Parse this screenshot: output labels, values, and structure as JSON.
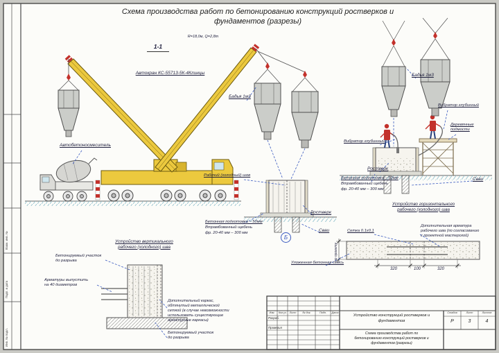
{
  "sheet": {
    "title": "Схема производства работ по бетонированию конструкций ростверков и\nфундаментов (разрезы)",
    "crane_params": "R=18,0м, Q=2,8т",
    "section_mark": "1-1"
  },
  "margin": {
    "strip_1": "Взам. инв. №",
    "strip_2": "Подп. и дата",
    "strip_3": "Инв. № подл."
  },
  "scene": {
    "crane": "Автокран КС-55713-5К-4Клинцы",
    "mixer": "Автобетоносмеситель",
    "bucket_mid": "Бадья 1м3",
    "bucket_right": "Бадья 1м3",
    "cold_joint": "Рабочий (холодный) шов",
    "rostverk_mid": "Ростверк",
    "piles_mid": "Сваи",
    "prep_mid_1": "Бетонная подготовка – 50мм",
    "prep_mid_2": "Втрамбованный щебень",
    "prep_mid_3": "фр. 20-40 мм – 300 мм",
    "detail_mark": "Б",
    "vibrator_1": "Вибратор глубинный",
    "vibrator_2": "Вибратор глубинный",
    "scaffold": "Деревянные\nподмости",
    "rostverk_right": "Ростверк",
    "prep_right_1": "Бетонная подготовка – 50мм",
    "prep_right_2": "Втрамбованный щебень",
    "prep_right_3": "фр. 20-40 мм – 300 мм",
    "piles_right": "Сваи"
  },
  "detail_horizontal": {
    "title": "Устройство горизонтального\nрабочего (холодного) шва",
    "mesh": "Сетка 0.1х0.1",
    "extra_rebar": "Дополнительная арматура\nрабочего шва (по согласованию\nс проектной мастерской)",
    "mix": "Уложенная бетонная смесь",
    "dim_left": "320",
    "dim_mid": "100",
    "dim_right": "320",
    "dim_height": "по проекту"
  },
  "detail_vertical": {
    "title": "Устройство вертикального\nрабочего (холодного) шва",
    "segment_top": "Бетонируемый участок\nдо разрыва",
    "rebar_out": "Арматуры выпустить\nна 40 диаметров",
    "extra_cage": "Дополнительный каркас,\nобтянутый металлической\nсеткой (в случае невозможности\nиспользовать существующие\nарматурные каркасы)",
    "segment_bottom": "Бетонируемый участок\nдо разрыва"
  },
  "title_block": {
    "cols": [
      "Изм.",
      "Кол.уч",
      "Лист",
      "№ док.",
      "Подп.",
      "Дата"
    ],
    "row_1": "Разраб.",
    "row_2": "Проверил",
    "object_title": "Устройство конструкций ростверков и\nфундаментов",
    "sheet_title": "Схема производства работ по\nбетонированию конструкций ростверков и\nфундаментов (разрезы)",
    "stage_label": "Стадия",
    "sheet_label": "Лист",
    "sheets_label": "Листов",
    "stage": "Р",
    "sheet": "3",
    "sheets": "4"
  },
  "colors": {
    "crane_yellow": "#ecc93e",
    "accent_red": "#c3312b",
    "leader_blue": "#3a5ac0",
    "ground_cyan": "#8fc0cd"
  }
}
